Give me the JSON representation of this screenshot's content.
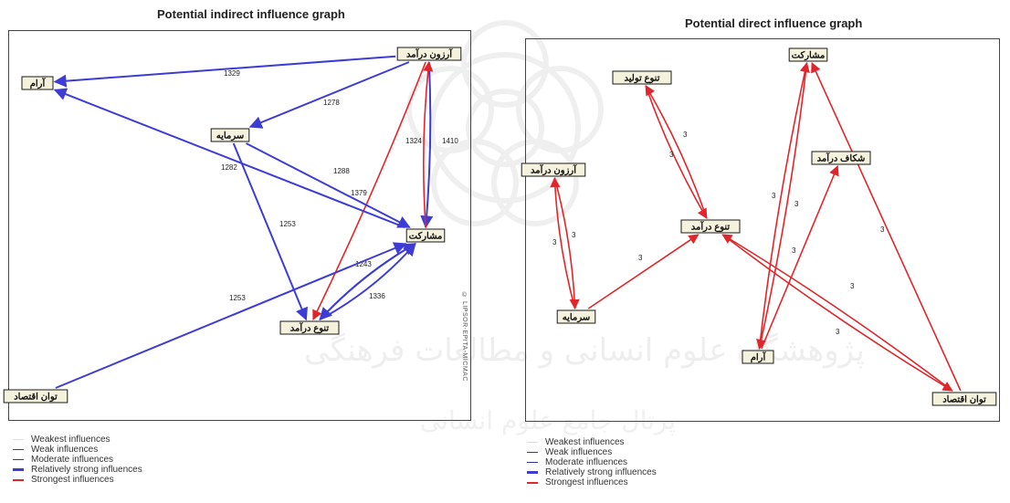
{
  "colors": {
    "weakest": "#dddddd",
    "weak": "#444444",
    "moderate": "#3535a0",
    "relatively_strong": "#3d3dd6",
    "strongest": "#e0262b",
    "node_fill": "#f4f1dc"
  },
  "indirect_graph": {
    "title": "Potential indirect influence graph",
    "copyright": "© LIPSOR-EPITA-MICMAC",
    "nodes": [
      {
        "id": "aroon",
        "label": "آرزون درآمد"
      },
      {
        "id": "aram",
        "label": "آرام"
      },
      {
        "id": "sarmaye",
        "label": "سرمایه"
      },
      {
        "id": "mosharekat",
        "label": "مشارکت"
      },
      {
        "id": "tanavo",
        "label": "تنوع درآمد"
      },
      {
        "id": "tavan",
        "label": "توان اقتصاد"
      }
    ],
    "edges": [
      {
        "from": "aroon",
        "to": "aram",
        "strength": "relatively_strong",
        "label": "1329"
      },
      {
        "from": "aroon",
        "to": "sarmaye",
        "strength": "relatively_strong",
        "label": "1278"
      },
      {
        "from": "aroon",
        "to": "tanavo",
        "strength": "strongest",
        "label": "1324"
      },
      {
        "from": "aroon",
        "to": "mosharekat",
        "strength": "relatively_strong",
        "label": ""
      },
      {
        "from": "mosharekat",
        "to": "aroon",
        "strength": "strongest",
        "label": "1410"
      },
      {
        "from": "mosharekat",
        "to": "aram",
        "strength": "relatively_strong",
        "label": "1282"
      },
      {
        "from": "sarmaye",
        "to": "mosharekat",
        "strength": "relatively_strong",
        "label": "1288"
      },
      {
        "from": "sarmaye",
        "to": "tanavo",
        "strength": "relatively_strong",
        "label": "1253"
      },
      {
        "from": "tanavo",
        "to": "mosharekat",
        "strength": "relatively_strong",
        "label": "1379"
      },
      {
        "from": "tanavo",
        "to": "mosharekat",
        "strength": "relatively_strong",
        "label": "1243"
      },
      {
        "from": "mosharekat",
        "to": "tanavo",
        "strength": "relatively_strong",
        "label": "1336"
      },
      {
        "from": "tavan",
        "to": "mosharekat",
        "strength": "relatively_strong",
        "label": "1253"
      }
    ],
    "legend": [
      {
        "label": "Weakest influences",
        "strength": "weakest"
      },
      {
        "label": "Weak influences",
        "strength": "weak"
      },
      {
        "label": "Moderate influences",
        "strength": "moderate"
      },
      {
        "label": "Relatively strong influences",
        "strength": "relatively_strong"
      },
      {
        "label": "Strongest influences",
        "strength": "strongest"
      }
    ]
  },
  "direct_graph": {
    "title": "Potential direct influence graph",
    "nodes": [
      {
        "id": "tolid",
        "label": "تنوع تولید"
      },
      {
        "id": "mosharekat",
        "label": "مشارکت"
      },
      {
        "id": "aroon",
        "label": "آرزون درآمد"
      },
      {
        "id": "shekaf",
        "label": "شکاف درآمد"
      },
      {
        "id": "tanavo",
        "label": "تنوع درآمد"
      },
      {
        "id": "sarmaye",
        "label": "سرمایه"
      },
      {
        "id": "aram",
        "label": "آرام"
      },
      {
        "id": "tavan",
        "label": "توان اقتصاد"
      }
    ],
    "edges": [
      {
        "from": "tolid",
        "to": "tanavo",
        "strength": "strongest",
        "label": "3"
      },
      {
        "from": "tanavo",
        "to": "tolid",
        "strength": "strongest",
        "label": "3"
      },
      {
        "from": "aroon",
        "to": "sarmaye",
        "strength": "strongest",
        "label": "3"
      },
      {
        "from": "sarmaye",
        "to": "aroon",
        "strength": "strongest",
        "label": "3"
      },
      {
        "from": "sarmaye",
        "to": "tanavo",
        "strength": "strongest",
        "label": "3"
      },
      {
        "from": "tanavo",
        "to": "tavan",
        "strength": "strongest",
        "label": "3"
      },
      {
        "from": "tavan",
        "to": "tanavo",
        "strength": "strongest",
        "label": "3"
      },
      {
        "from": "aram",
        "to": "mosharekat",
        "strength": "strongest",
        "label": "3"
      },
      {
        "from": "mosharekat",
        "to": "aram",
        "strength": "strongest",
        "label": "3"
      },
      {
        "from": "aram",
        "to": "shekaf",
        "strength": "strongest",
        "label": "3"
      },
      {
        "from": "tavan",
        "to": "mosharekat",
        "strength": "strongest",
        "label": "3"
      }
    ],
    "legend": [
      {
        "label": "Weakest influences",
        "strength": "weakest"
      },
      {
        "label": "Weak influences",
        "strength": "weak"
      },
      {
        "label": "Moderate influences",
        "strength": "moderate"
      },
      {
        "label": "Relatively strong influences",
        "strength": "relatively_strong"
      },
      {
        "label": "Strongest influences",
        "strength": "strongest"
      }
    ]
  }
}
